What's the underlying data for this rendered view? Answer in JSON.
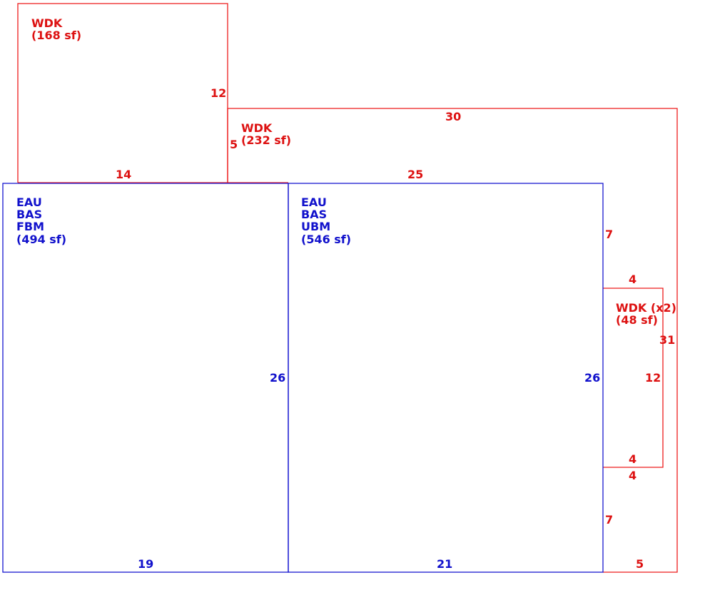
{
  "colors": {
    "addition": "#ee1c1c",
    "building": "#1818d0"
  },
  "areas": {
    "wdk_top": {
      "code": "WDK",
      "area": "(168 sf)"
    },
    "wdk_mid": {
      "code": "WDK",
      "area": "(232 sf)"
    },
    "wdk_small": {
      "code": "WDK (x2)",
      "area": "(48 sf)"
    },
    "left_unit": {
      "lines": [
        "EAU",
        "BAS",
        "FBM"
      ],
      "area": "(494 sf)"
    },
    "right_unit": {
      "lines": [
        "EAU",
        "BAS",
        "UBM"
      ],
      "area": "(546 sf)"
    }
  },
  "dimensions": {
    "wdk_top_side": "12",
    "wdk_top_bottom": "14",
    "wdk_mid_side": "5",
    "wdk_mid_top": "30",
    "wdk_mid_bottom": "25",
    "wdk_mid_right": "31",
    "wdk_mid_corner_bottom": "5",
    "left_unit_side": "26",
    "left_unit_bottom": "19",
    "right_unit_side": "26",
    "right_unit_bottom": "21",
    "right_upper_seg": "7",
    "right_lower_seg": "7",
    "small_top": "4",
    "small_bottom_inner": "4",
    "small_bottom_outer": "4",
    "small_side": "12"
  }
}
